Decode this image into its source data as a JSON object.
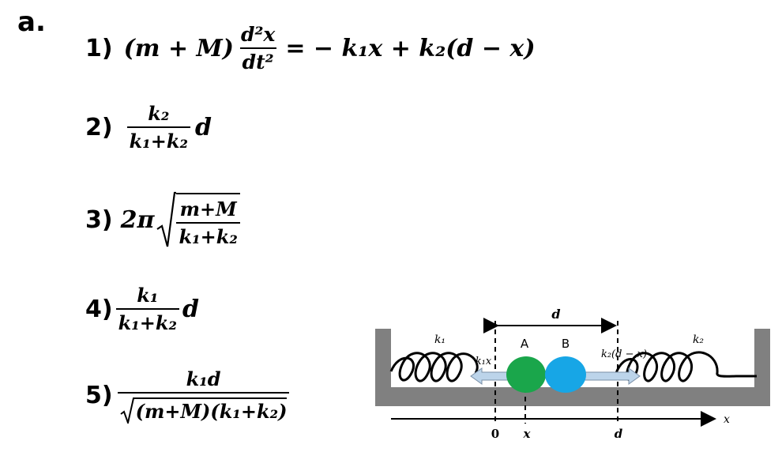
{
  "part_label": "a.",
  "items": [
    {
      "label": "1)",
      "lhs_coef": "(m + M)",
      "deriv_num": "d²x",
      "deriv_den": "dt²",
      "rhs": "= − k₁x + k₂(d − x)"
    },
    {
      "label": "2)",
      "num": "k₂",
      "den": "k₁+k₂",
      "tail": "d"
    },
    {
      "label": "3)",
      "prefix": "2π",
      "num": "m+M",
      "den": "k₁+k₂"
    },
    {
      "label": "4)",
      "num": "k₁",
      "den": "k₁+k₂",
      "tail": "d"
    },
    {
      "label": "5)",
      "num": "k₁d",
      "den_inner": "(m+M)(k₁+k₂)"
    }
  ],
  "diagram": {
    "spring_left_label": "k₁",
    "spring_right_label": "k₂",
    "block_a_label": "A",
    "block_b_label": "B",
    "force_left_label": "k₁x",
    "force_right_label": "k₂(d − x)",
    "distance_label": "d",
    "axis_label": "x",
    "tick_zero": "0",
    "tick_x": "x",
    "tick_d": "d",
    "colors": {
      "wall": "#808080",
      "block_a": "#1aa64b",
      "block_b": "#17a6e6",
      "arrow": "#bcd4ea"
    }
  }
}
